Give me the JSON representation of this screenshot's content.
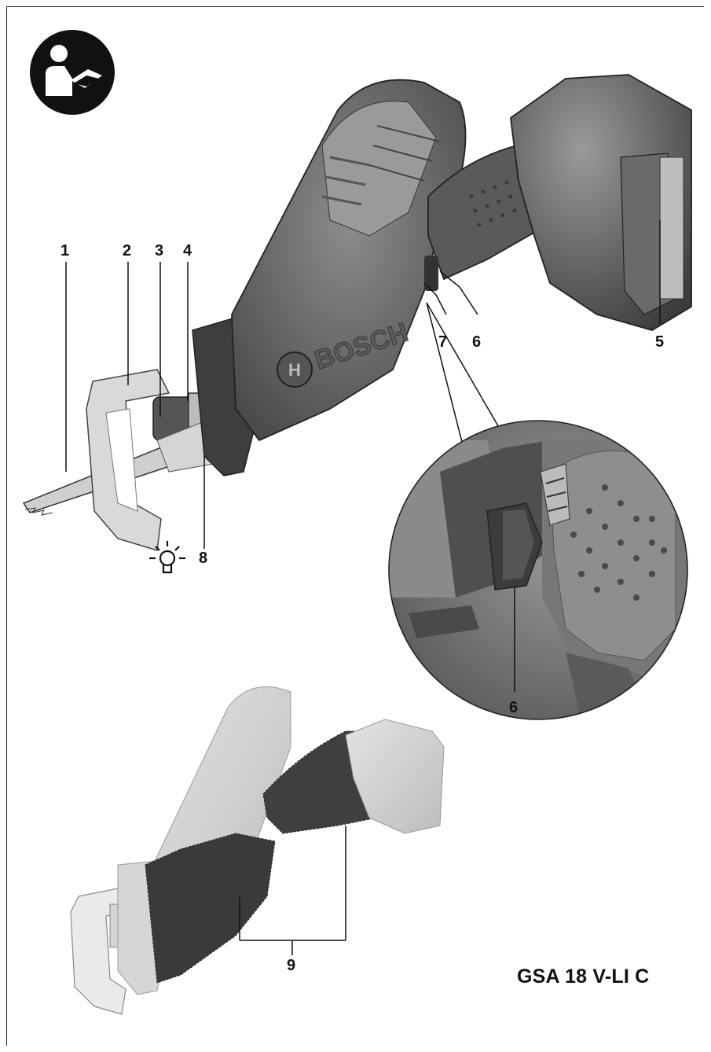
{
  "callouts": {
    "c1": "1",
    "c2": "2",
    "c3": "3",
    "c4": "4",
    "c5": "5",
    "c6a": "6",
    "c7": "7",
    "c8": "8",
    "c6b": "6",
    "c9": "9"
  },
  "brand_text": "BOSCH",
  "model_name": "GSA 18 V-LI C",
  "icons": {
    "manual": "read-manual-icon",
    "lamp": "work-light-icon"
  },
  "colors": {
    "ink": "#111111",
    "body_dark": "#4a4a4a",
    "body_mid": "#7a7a7a",
    "body_light": "#b5b5b5",
    "shoe": "#d8d8d8"
  }
}
